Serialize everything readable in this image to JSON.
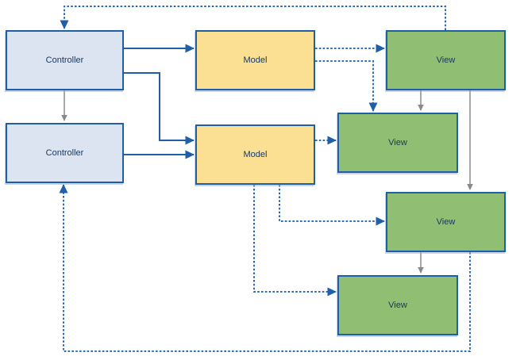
{
  "diagram": {
    "nodes": [
      {
        "id": "controller-1",
        "type": "controller",
        "label": "Controller"
      },
      {
        "id": "controller-2",
        "type": "controller",
        "label": "Controller"
      },
      {
        "id": "model-1",
        "type": "model",
        "label": "Model"
      },
      {
        "id": "model-2",
        "type": "model",
        "label": "Model"
      },
      {
        "id": "view-1",
        "type": "view",
        "label": "View"
      },
      {
        "id": "view-2",
        "type": "view",
        "label": "View"
      },
      {
        "id": "view-3",
        "type": "view",
        "label": "View"
      },
      {
        "id": "view-4",
        "type": "view",
        "label": "View"
      }
    ],
    "edges": [
      {
        "from": "controller-1",
        "to": "model-1",
        "style": "solid-blue"
      },
      {
        "from": "controller-1",
        "to": "model-2",
        "style": "solid-blue"
      },
      {
        "from": "controller-2",
        "to": "model-2",
        "style": "solid-blue"
      },
      {
        "from": "controller-1",
        "to": "controller-2",
        "style": "gray"
      },
      {
        "from": "view-1",
        "to": "view-2",
        "style": "gray"
      },
      {
        "from": "view-1",
        "to": "view-3",
        "style": "gray"
      },
      {
        "from": "view-3",
        "to": "view-4",
        "style": "gray"
      },
      {
        "from": "model-1",
        "to": "view-1",
        "style": "dotted-blue"
      },
      {
        "from": "model-1",
        "to": "view-2",
        "style": "dotted-blue"
      },
      {
        "from": "model-2",
        "to": "view-2",
        "style": "dotted-blue"
      },
      {
        "from": "model-2",
        "to": "view-3",
        "style": "dotted-blue"
      },
      {
        "from": "model-2",
        "to": "view-4",
        "style": "dotted-blue"
      },
      {
        "from": "view-1",
        "to": "controller-1",
        "style": "dotted-blue"
      },
      {
        "from": "view-3",
        "to": "controller-2",
        "style": "dotted-blue"
      }
    ]
  },
  "colors": {
    "bg": "#ffffff",
    "border": "#1f5fa8",
    "solid": "#1f5fa8",
    "dotted": "#2f6eb4",
    "gray": "#8a8a8a",
    "label": "#17375e",
    "controllerFill": "#dbe4f0",
    "modelFill": "#fbdf92",
    "viewFill": "#90bf74"
  }
}
